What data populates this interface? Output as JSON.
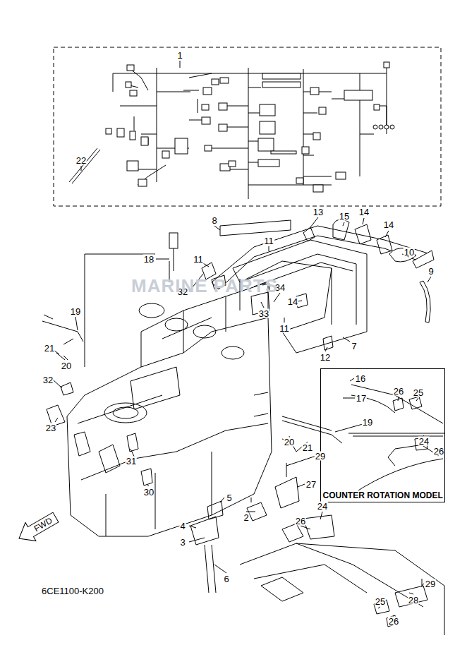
{
  "diagram": {
    "nodes": [
      {
        "text": [
          "COUNTER ROTATION MODEL"
        ]
      },
      {
        "text": [
          "FWD"
        ]
      }
    ],
    "labels": [
      "1",
      "22",
      "8",
      "13",
      "15",
      "14",
      "14",
      "10",
      "9",
      "18",
      "11",
      "11",
      "32",
      "34",
      "14",
      "33",
      "11",
      "7",
      "12",
      "19",
      "21",
      "20",
      "32",
      "16",
      "17",
      "23",
      "19",
      "20",
      "21",
      "31",
      "30",
      "29",
      "27",
      "5",
      "4",
      "2",
      "3",
      "6",
      "26",
      "24",
      "29",
      "28",
      "25",
      "26",
      "26",
      "25",
      "24",
      "26",
      "6CE1100-K200",
      "MARINE PARTS"
    ]
  }
}
